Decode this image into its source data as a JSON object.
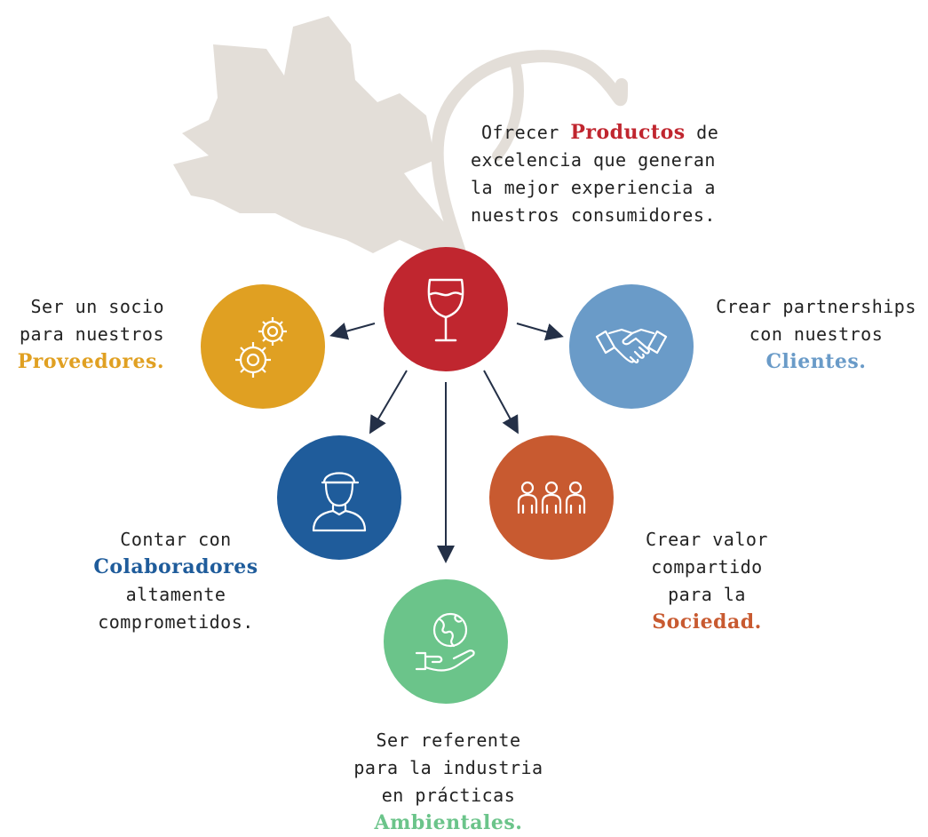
{
  "colors": {
    "productos": "#c0262f",
    "proveedores": "#e0a022",
    "clientes": "#6a9bc8",
    "colaboradores": "#1f5c9b",
    "sociedad": "#c85a30",
    "ambientales": "#6bc48a",
    "leaf": "#e3ded8",
    "arrow": "#243047"
  },
  "nodes": {
    "productos": {
      "icon": "wine-glass-icon",
      "lines": [
        "Ofrecer ",
        " de",
        "excelencia que generan",
        "la mejor experiencia a",
        "nuestros consumidores."
      ],
      "keyword": "Productos"
    },
    "proveedores": {
      "icon": "gears-icon",
      "lines": [
        "Ser un socio",
        "para nuestros"
      ],
      "keyword": "Proveedores."
    },
    "clientes": {
      "icon": "handshake-icon",
      "lines": [
        "Crear partnerships",
        "con nuestros"
      ],
      "keyword": "Clientes."
    },
    "colaboradores": {
      "icon": "worker-icon",
      "lines": [
        "Contar con",
        "altamente",
        "comprometidos."
      ],
      "keyword": "Colaboradores"
    },
    "sociedad": {
      "icon": "people-icon",
      "lines": [
        "Crear valor",
        "compartido",
        "para la"
      ],
      "keyword": "Sociedad."
    },
    "ambientales": {
      "icon": "globe-hand-icon",
      "lines": [
        "Ser referente",
        "para la industria",
        "en prácticas"
      ],
      "keyword": "Ambientales."
    }
  }
}
